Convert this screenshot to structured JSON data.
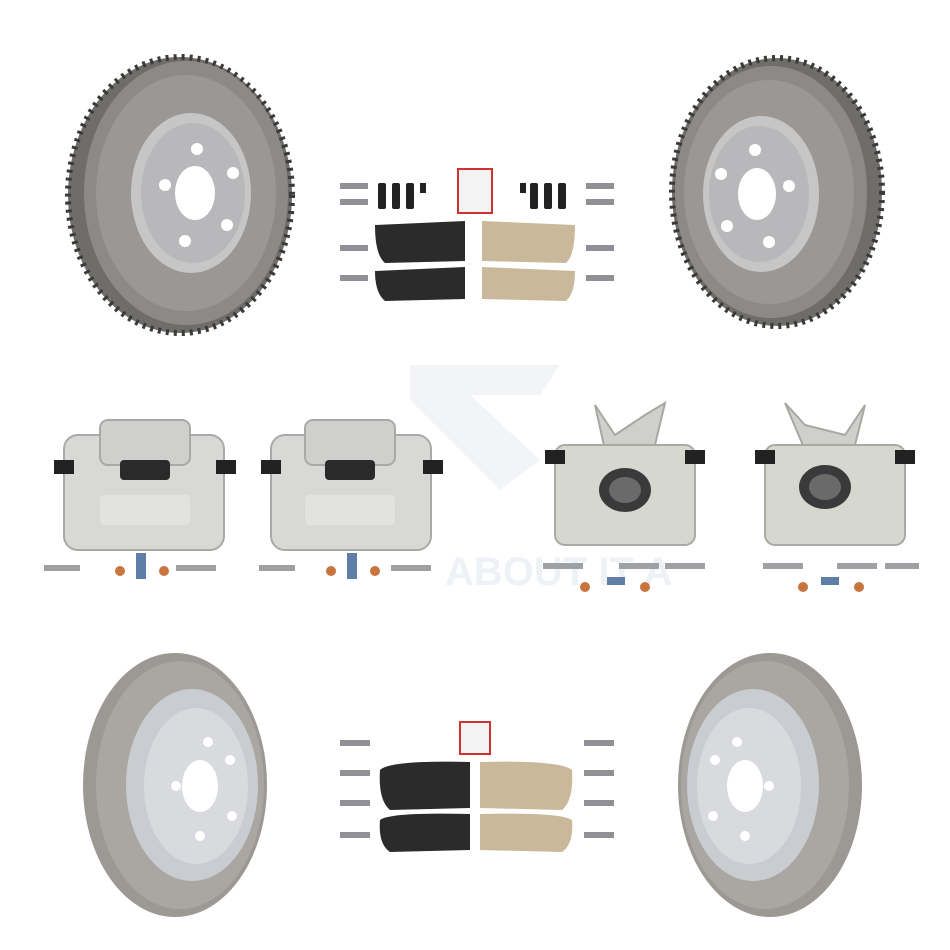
{
  "watermark": {
    "text": "ABOUT IT A"
  },
  "colors": {
    "rotor_face": "#b9b9bb",
    "rotor_rust": "#7d7b78",
    "rotor_coated": "#c9ccd1",
    "caliper": "#d8d8d6",
    "pad_black": "#2b2b2b",
    "pad_ceramic": "#c9b89a",
    "copper_washer": "#c8743e",
    "bolt_blue": "#5e7ea8"
  },
  "products": [
    {
      "name": "front-rotor-left",
      "kind": "rotor"
    },
    {
      "name": "front-brake-pad-kit",
      "kind": "pad-kit"
    },
    {
      "name": "front-rotor-right",
      "kind": "rotor"
    },
    {
      "name": "front-caliper-left",
      "kind": "caliper"
    },
    {
      "name": "front-caliper-right",
      "kind": "caliper"
    },
    {
      "name": "rear-caliper-left",
      "kind": "caliper"
    },
    {
      "name": "rear-caliper-right",
      "kind": "caliper"
    },
    {
      "name": "rear-rotor-left",
      "kind": "rotor"
    },
    {
      "name": "rear-brake-pad-kit",
      "kind": "pad-kit"
    },
    {
      "name": "rear-rotor-right",
      "kind": "rotor"
    }
  ]
}
